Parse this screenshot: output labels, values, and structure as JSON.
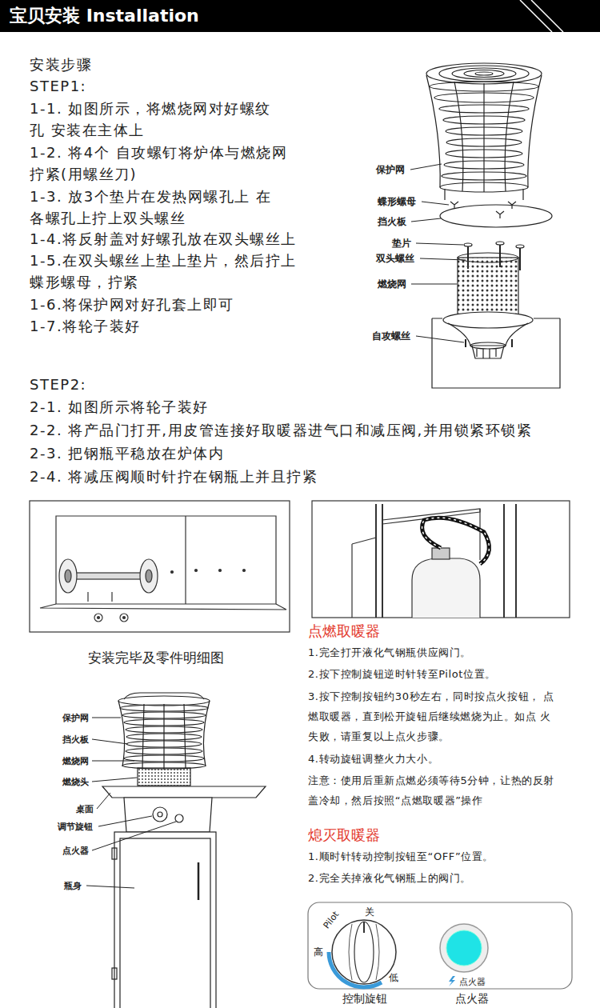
{
  "diagram": {
    "title": "宝贝安装 Installation",
    "labels": [
      "安装步骤",
      "STEP1:",
      "1-1. 如图所示，将燃烧网对好螺纹孔 安装在主体上",
      "1-2. 将4个 自攻螺钉将炉体与燃烧网 拧紧(用螺丝刀)",
      "1-3. 放3个垫片在发热网螺孔上 在各螺孔上拧上双头螺丝",
      "1-4.将反射盖对好螺孔放在双头螺丝上",
      "1-5.在双头螺丝上垫上垫片，然后拧上 蝶形螺母，拧紧",
      "1-6.将保护网对好孔套上即可",
      "1-7.将轮子装好",
      "STEP2:",
      "2-1. 如图所示将轮子装好",
      "2-2. 将产品门打开,用皮管连接好取暖器进气口和减压阀,并用锁紧环锁紧",
      "2-3. 把钢瓶平稳放在炉体内",
      "2-4. 将减压阀顺时针拧在钢瓶上并且拧紧",
      "保护网",
      "蝶形螺母",
      "挡火板",
      "垫片",
      "双头螺丝",
      "燃烧网",
      "自攻螺丝",
      "安装完毕及零件明细图",
      "保护网",
      "挡火板",
      "燃烧网",
      "燃烧头",
      "桌面",
      "调节旋钮",
      "点火器",
      "瓶身",
      "点燃取暖器",
      "1.完全打开液化气钢瓶供应阀门。",
      "2.按下控制旋钮逆时针转至Pilot位置。",
      "3.按下控制按钮约30秒左右，同时按点火按钮， 点燃取暖器，直到松开旋钮后继续燃烧为止。如点 火失败，请重复以上点火步骤。",
      "4.转动旋钮调整火力大小。",
      "注意：使用后重新点燃必须等待5分钟，让热的反射 盖冷却，然后按照“点燃取暖器”操作",
      "熄灭取暖器",
      "1.顺时针转动控制按钮至“OFF”位置。",
      "2.完全关掉液化气钢瓶上的阀门。",
      "关",
      "Pilot",
      "高",
      "低",
      "点火器",
      "控制旋钮",
      "点火器"
    ]
  }
}
